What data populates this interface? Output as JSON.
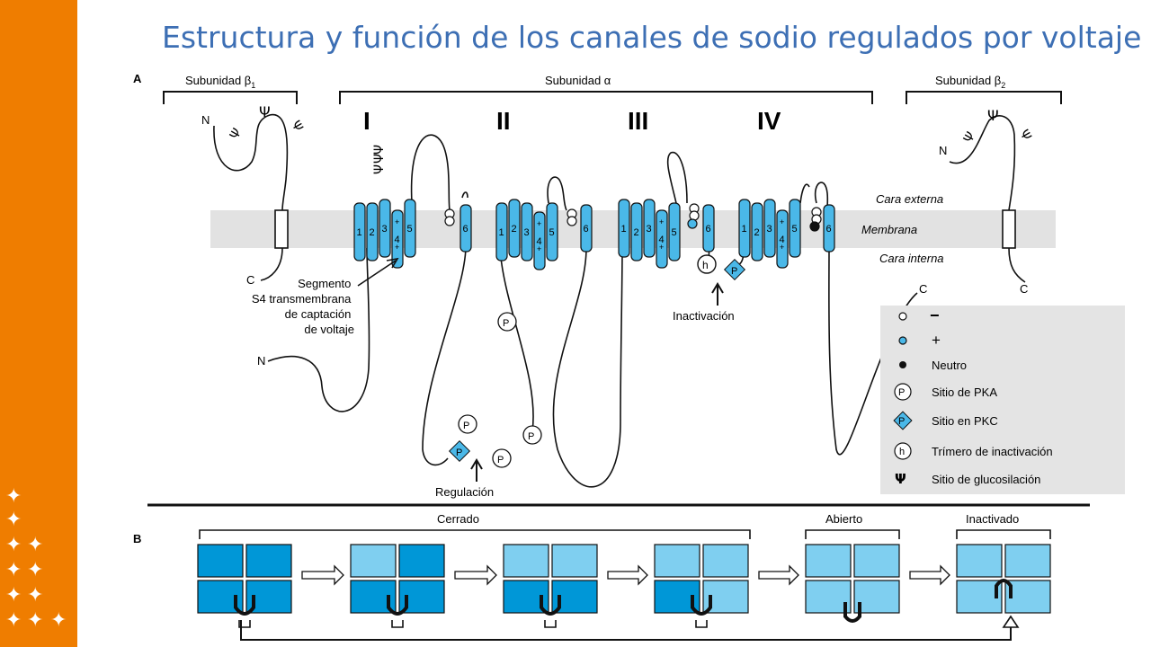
{
  "title": "Estructura y función de los canales de sodio regulados por voltaje",
  "panel_a": {
    "label": "A",
    "beta1_label": "Subunidad β",
    "beta1_sub": "1",
    "alpha_label": "Subunidad α",
    "beta2_label": "Subunidad β",
    "beta2_sub": "2",
    "domains": [
      "I",
      "II",
      "III",
      "IV"
    ],
    "segments": [
      "1",
      "2",
      "3",
      "4",
      "5",
      "6"
    ],
    "cara_externa": "Cara externa",
    "membrana": "Membrana",
    "cara_interna": "Cara interna",
    "n_label": "N",
    "c_label": "C",
    "s4_annotation": [
      "Segmento",
      "S4 transmembrana",
      "de captación",
      "de voltaje"
    ],
    "inactivacion": "Inactivación",
    "regulacion": "Regulación",
    "p_symbol": "P",
    "h_symbol": "h",
    "plus_symbol": "+",
    "psi_symbol": "Ψ"
  },
  "legend": {
    "items": [
      {
        "symbol": "open-circle",
        "text": "−"
      },
      {
        "symbol": "blue-circle",
        "text": "+"
      },
      {
        "symbol": "black-dot",
        "text": "Neutro"
      },
      {
        "symbol": "p-circle",
        "text": "Sitio de PKA"
      },
      {
        "symbol": "p-diamond",
        "text": "Sitio en PKC"
      },
      {
        "symbol": "h-circle",
        "text": "Trímero de inactivación"
      },
      {
        "symbol": "psi",
        "text": "Sitio de glucosilación"
      }
    ]
  },
  "panel_b": {
    "label": "B",
    "cerrado": "Cerrado",
    "abierto": "Abierto",
    "inactivado": "Inactivado"
  },
  "colors": {
    "sidebar": "#ef7d00",
    "title": "#3d6fb4",
    "segment_fill": "#4ab8e8",
    "dark_blue": "#0097d7",
    "light_blue": "#7fcff0",
    "membrane": "#e2e2e2",
    "legend_bg": "#e4e4e4"
  }
}
